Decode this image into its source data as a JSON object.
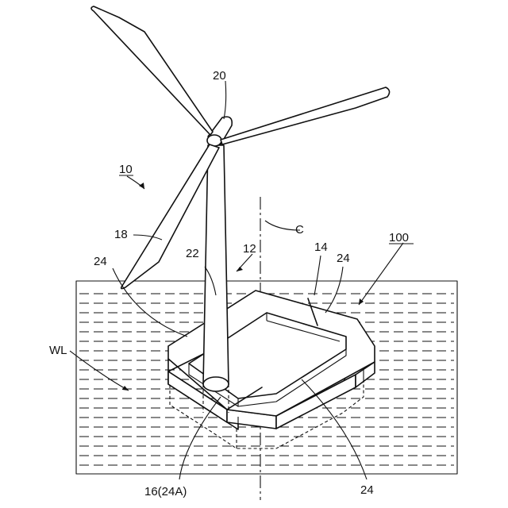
{
  "labels": {
    "turbine": "10",
    "tower_unit": "12",
    "floating_body": "14",
    "tower_base": "16(24A)",
    "blade": "18",
    "hub": "20",
    "tower": "22",
    "hollow_part": "24",
    "axis": "C",
    "structure": "100",
    "water_level": "WL"
  }
}
